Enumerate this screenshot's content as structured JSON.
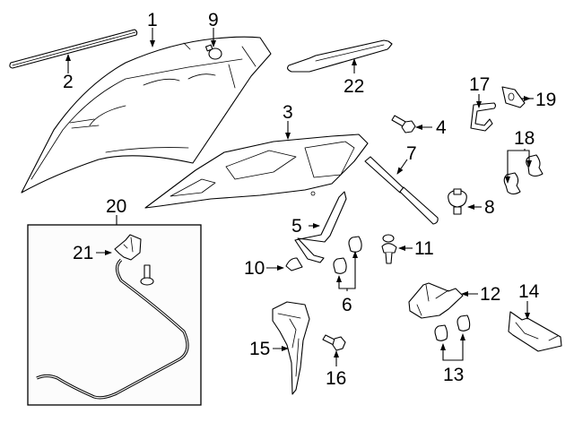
{
  "diagram": {
    "type": "exploded-parts-diagram",
    "subject": "hood assembly",
    "inset_box_callout": "20",
    "callouts": [
      {
        "id": "1",
        "label": "1",
        "part": "hood panel"
      },
      {
        "id": "2",
        "label": "2",
        "part": "seal strip"
      },
      {
        "id": "3",
        "label": "3",
        "part": "hood inner panel"
      },
      {
        "id": "4",
        "label": "4",
        "part": "bolt"
      },
      {
        "id": "5",
        "label": "5",
        "part": "bracket"
      },
      {
        "id": "6",
        "label": "6",
        "part": "push clips (x2)"
      },
      {
        "id": "7",
        "label": "7",
        "part": "lift support strut"
      },
      {
        "id": "8",
        "label": "8",
        "part": "bumper stud"
      },
      {
        "id": "9",
        "label": "9",
        "part": "bumper"
      },
      {
        "id": "10",
        "label": "10",
        "part": "cap"
      },
      {
        "id": "11",
        "label": "11",
        "part": "retainer clip"
      },
      {
        "id": "12",
        "label": "12",
        "part": "latch"
      },
      {
        "id": "13",
        "label": "13",
        "part": "clips (x2)"
      },
      {
        "id": "14",
        "label": "14",
        "part": "striker bracket"
      },
      {
        "id": "15",
        "label": "15",
        "part": "support brace"
      },
      {
        "id": "16",
        "label": "16",
        "part": "bolt"
      },
      {
        "id": "17",
        "label": "17",
        "part": "prop rod clip"
      },
      {
        "id": "18",
        "label": "18",
        "part": "clips (x2)"
      },
      {
        "id": "19",
        "label": "19",
        "part": "retainer plate"
      },
      {
        "id": "20",
        "label": "20",
        "part": "release cable assembly"
      },
      {
        "id": "21",
        "label": "21",
        "part": "release handle"
      },
      {
        "id": "22",
        "label": "22",
        "part": "insulator / reinforcement"
      }
    ]
  }
}
